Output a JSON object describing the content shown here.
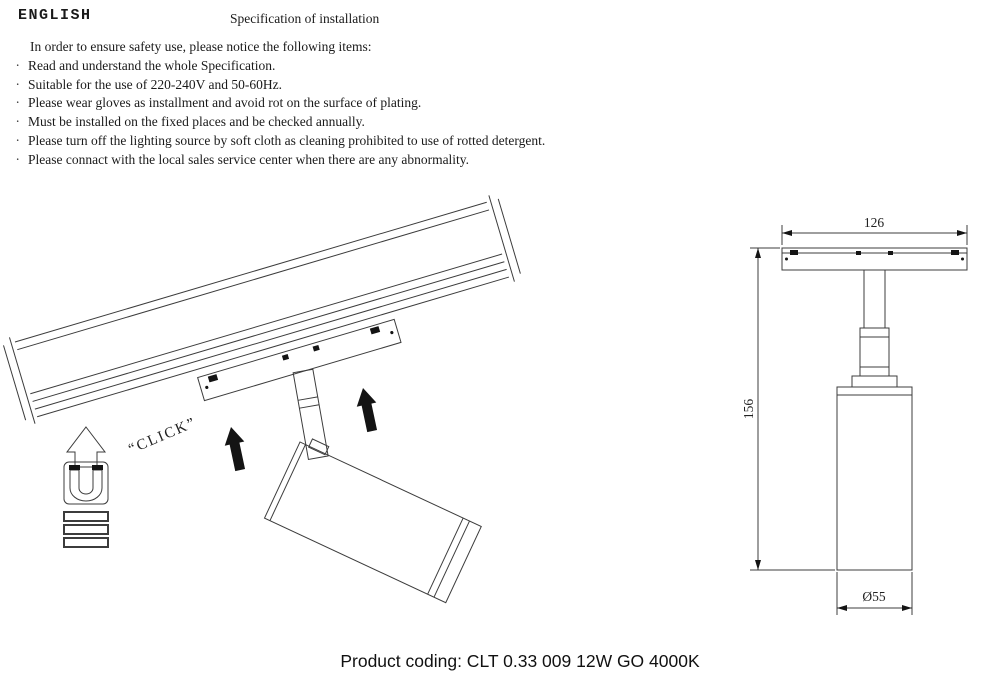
{
  "header": {
    "language_label": "ENGLISH",
    "title": "Specification of installation"
  },
  "instructions": {
    "intro": "In order to ensure safety use, please notice the following items:",
    "items": [
      "Read and understand the whole Specification.",
      "Suitable for the use of 220-240V and 50-60Hz.",
      "Please wear gloves as installment and avoid rot on the surface of plating.",
      "Must be installed on the fixed places and be checked annually.",
      "Please turn off the lighting source by soft cloth as cleaning prohibited to use of rotted detergent.",
      "Please connact with the local sales service center when there are any abnormality."
    ]
  },
  "installation_diagram": {
    "click_label": "“CLICK”"
  },
  "dimension_diagram": {
    "width_label": "126",
    "height_label": "156",
    "diameter_label": "Ø55"
  },
  "footer": {
    "product_coding": "Product coding: CLT 0.33 009 12W GO 4000K"
  }
}
